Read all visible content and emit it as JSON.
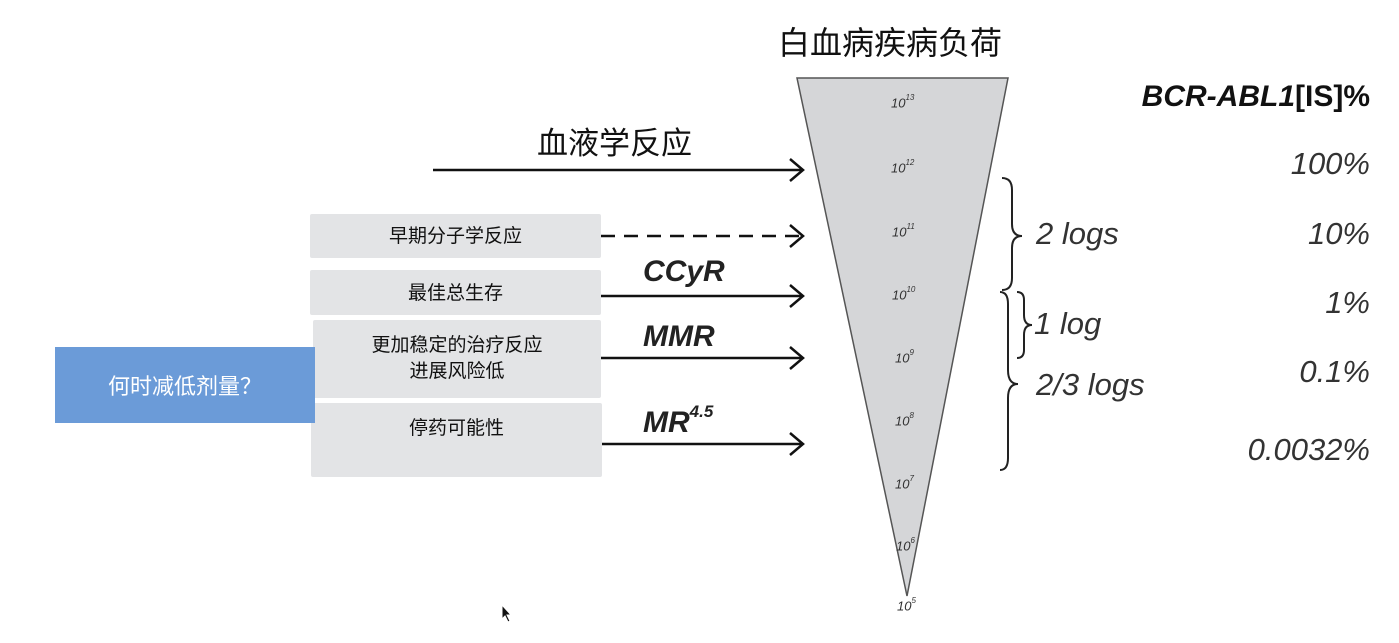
{
  "title": "白血病疾病负荷",
  "hematologic_label": "血液学反应",
  "header": {
    "gene": "BCR-ABL1",
    "suffix": "[IS]%"
  },
  "boxes": [
    {
      "label": "早期分子学反应"
    },
    {
      "label": "最佳总生存"
    },
    {
      "label_line1": "更加稳定的治疗反应",
      "label_line2": "进展风险低"
    },
    {
      "label": "停药可能性"
    }
  ],
  "dose_question": "何时减低剂量？",
  "responses": {
    "ccyr": "CCyR",
    "mmr": "MMR",
    "mr_base": "MR",
    "mr_sup": "4.5"
  },
  "burden_ticks": [
    {
      "base": "10",
      "exp": "13"
    },
    {
      "base": "10",
      "exp": "12"
    },
    {
      "base": "10",
      "exp": "11"
    },
    {
      "base": "10",
      "exp": "10"
    },
    {
      "base": "10",
      "exp": "9"
    },
    {
      "base": "10",
      "exp": "8"
    },
    {
      "base": "10",
      "exp": "7"
    },
    {
      "base": "10",
      "exp": "6"
    },
    {
      "base": "10",
      "exp": "5"
    }
  ],
  "log_labels": {
    "two": "2 logs",
    "one": "1 log",
    "twothirds": "2/3 logs"
  },
  "percentages": [
    "100%",
    "10%",
    "1%",
    "0.1%",
    "0.0032%"
  ]
}
